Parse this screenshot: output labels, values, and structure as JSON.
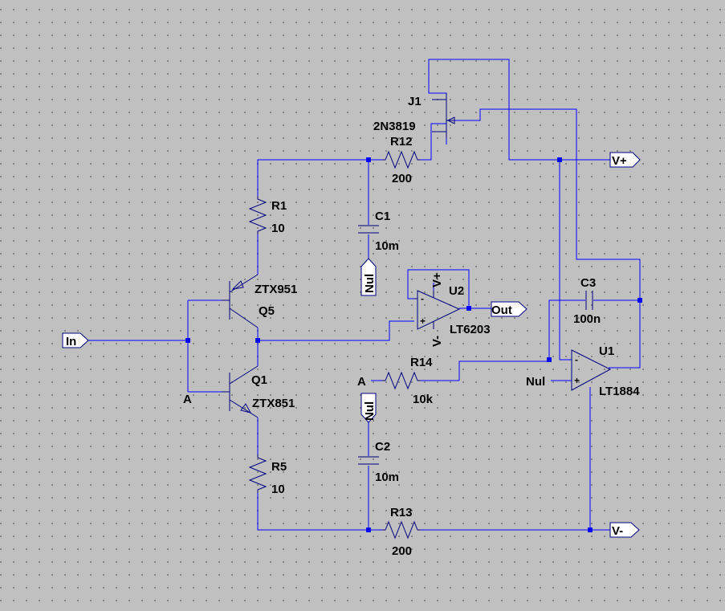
{
  "schematic": {
    "components": {
      "j1": {
        "ref": "J1",
        "value": "2N3819"
      },
      "r12": {
        "ref": "R12",
        "value": "200"
      },
      "r1": {
        "ref": "R1",
        "value": "10"
      },
      "c1": {
        "ref": "C1",
        "value": "10m"
      },
      "q5": {
        "ref": "Q5",
        "value": "ZTX951"
      },
      "u2": {
        "ref": "U2",
        "value": "LT6203",
        "plus": "+",
        "minus": "-",
        "vplus": "V+",
        "vminus": "V-"
      },
      "c3": {
        "ref": "C3",
        "value": "100n"
      },
      "u1": {
        "ref": "U1",
        "value": "LT1884",
        "plus": "+",
        "minus": "-"
      },
      "r14": {
        "ref": "R14",
        "value": "10k"
      },
      "q1": {
        "ref": "Q1",
        "value": "ZTX851"
      },
      "c2": {
        "ref": "C2",
        "value": "10m"
      },
      "r5": {
        "ref": "R5",
        "value": "10"
      },
      "r13": {
        "ref": "R13",
        "value": "200"
      }
    },
    "net_labels": {
      "a_base": "A",
      "a_r14": "A",
      "nul_u1": "Nul"
    },
    "ports": {
      "in": "In",
      "out": "Out",
      "vplus": "V+",
      "vminus": "V-",
      "nul_c1": "Nul",
      "nul_c2": "Nul"
    }
  }
}
